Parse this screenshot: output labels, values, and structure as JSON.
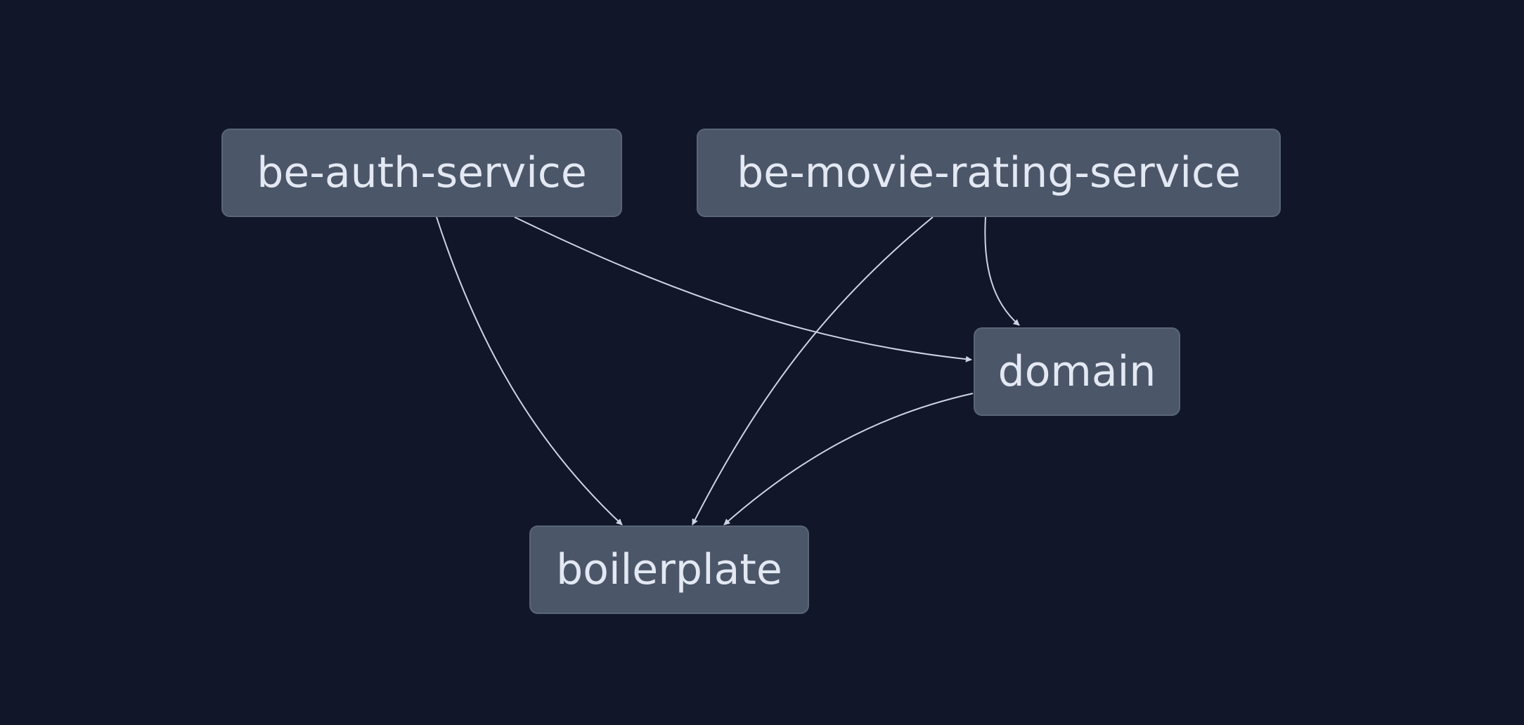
{
  "diagram": {
    "type": "dependency-graph",
    "background": "#111729",
    "node_fill": "#4b5669",
    "node_text_color": "#e3e8f3",
    "edge_color": "#cdd5e3",
    "nodes": [
      {
        "id": "auth",
        "label": "be-auth-service"
      },
      {
        "id": "movie",
        "label": "be-movie-rating-service"
      },
      {
        "id": "domain",
        "label": "domain"
      },
      {
        "id": "boiler",
        "label": "boilerplate"
      }
    ],
    "edges": [
      {
        "from": "be-auth-service",
        "to": "boilerplate"
      },
      {
        "from": "be-auth-service",
        "to": "domain"
      },
      {
        "from": "be-movie-rating-service",
        "to": "boilerplate"
      },
      {
        "from": "be-movie-rating-service",
        "to": "domain"
      },
      {
        "from": "domain",
        "to": "boilerplate"
      }
    ]
  }
}
